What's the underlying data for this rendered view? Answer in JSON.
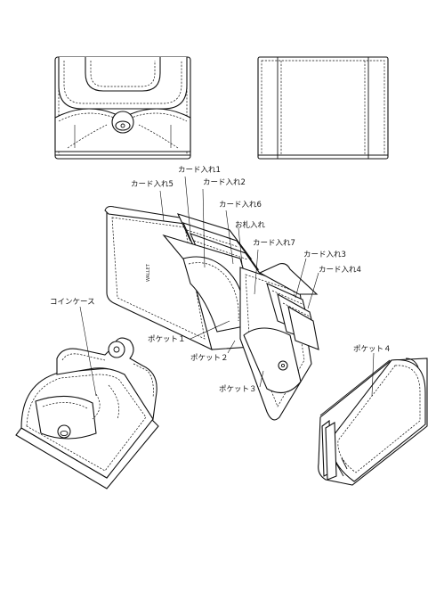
{
  "labels": {
    "card_slot_1": "カード入れ1",
    "card_slot_5": "カード入れ5",
    "card_slot_2": "カード入れ2",
    "card_slot_6": "カード入れ6",
    "bill_slot": "お札入れ",
    "card_slot_7": "カード入れ7",
    "card_slot_3": "カード入れ3",
    "card_slot_4": "カード入れ4",
    "coin_case": "コインケース",
    "pocket_1": "ポケット１",
    "pocket_2": "ポケット２",
    "pocket_3": "ポケット３",
    "pocket_4": "ポケット４"
  },
  "stamp_text": "WALLET"
}
